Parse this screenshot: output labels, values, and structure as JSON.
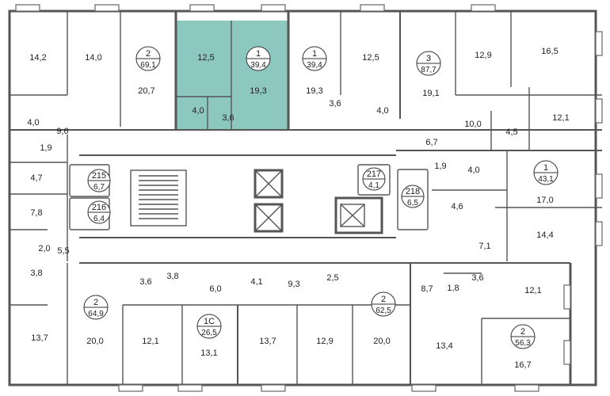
{
  "plan": {
    "highlight_color": "#8cc7c0",
    "wall_color": "#555555",
    "apartments": [
      {
        "id": "apt-2-69",
        "rooms": "2",
        "area": "69,1"
      },
      {
        "id": "apt-1-39-highlight",
        "rooms": "1",
        "area": "39,4"
      },
      {
        "id": "apt-1-39-b",
        "rooms": "1",
        "area": "39,4"
      },
      {
        "id": "apt-3-87",
        "rooms": "3",
        "area": "87,7"
      },
      {
        "id": "apt-215",
        "rooms": "215",
        "area": "6,7"
      },
      {
        "id": "apt-216",
        "rooms": "216",
        "area": "6,4"
      },
      {
        "id": "apt-217",
        "rooms": "217",
        "area": "4,1"
      },
      {
        "id": "apt-218",
        "rooms": "218",
        "area": "6,5"
      },
      {
        "id": "apt-1-43",
        "rooms": "1",
        "area": "43,1"
      },
      {
        "id": "apt-2-64",
        "rooms": "2",
        "area": "64,9"
      },
      {
        "id": "apt-1c-26",
        "rooms": "1С",
        "area": "26,5"
      },
      {
        "id": "apt-2-62",
        "rooms": "2",
        "area": "62,5"
      },
      {
        "id": "apt-2-56",
        "rooms": "2",
        "area": "56,3"
      }
    ],
    "rooms": {
      "r1": "14,2",
      "r2": "14,0",
      "r3": "20,7",
      "r4": "12,5",
      "r5": "19,3",
      "r6": "4,0",
      "r7": "3,6",
      "r8": "19,3",
      "r9": "12,5",
      "r10": "3,6",
      "r11": "4,0",
      "r12": "19,1",
      "r13": "12,9",
      "r14": "16,5",
      "r15": "4,0",
      "r16": "9,6",
      "r17": "1,9",
      "r18": "10,0",
      "r19": "4,5",
      "r20": "12,1",
      "r21": "6,7",
      "r22": "4,7",
      "r23": "1,9",
      "r24": "4,0",
      "r25": "17,0",
      "r26": "7,8",
      "r27": "4,6",
      "r28": "14,4",
      "r29": "2,0",
      "r30": "5,5",
      "r31": "7,1",
      "r32": "3,8",
      "r33": "3,6",
      "r34": "3,8",
      "r35": "6,0",
      "r36": "4,1",
      "r37": "9,3",
      "r38": "2,5",
      "r39": "8,7",
      "r40": "1,8",
      "r41": "3,6",
      "r42": "12,1",
      "r43": "13,7",
      "r44": "20,0",
      "r45": "12,1",
      "r46": "13,1",
      "r47": "13,7",
      "r48": "12,9",
      "r49": "20,0",
      "r50": "13,4",
      "r51": "16,7"
    }
  }
}
